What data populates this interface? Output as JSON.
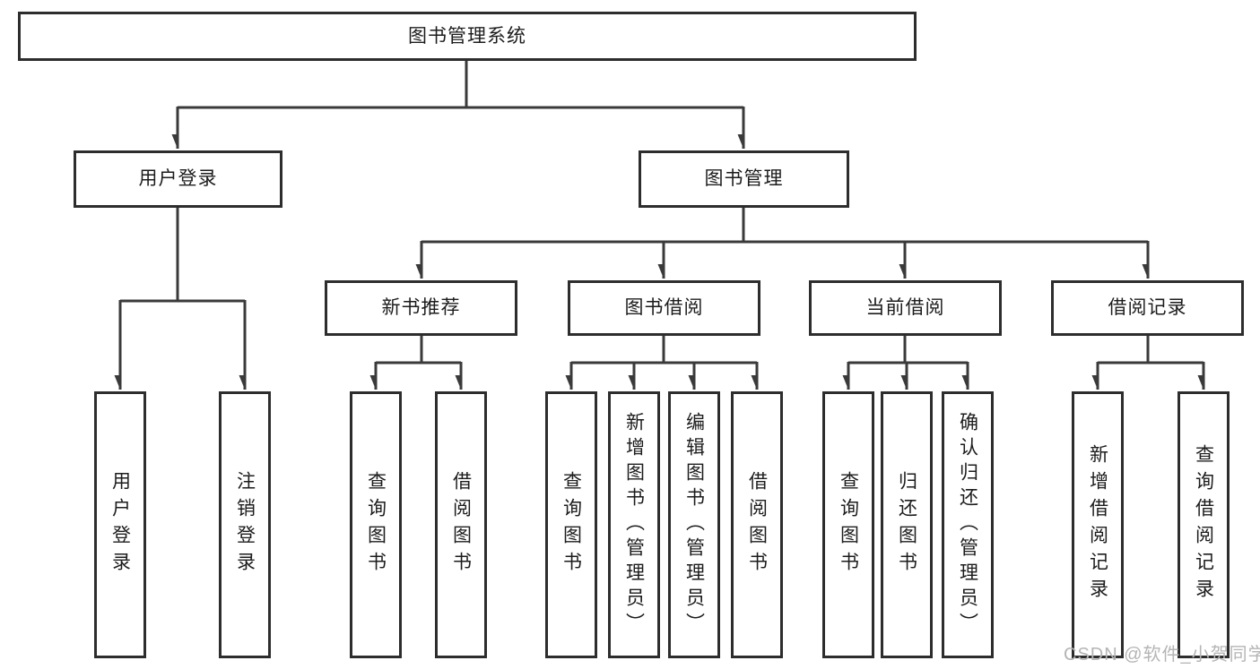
{
  "colors": {
    "line": "#3a3a3a",
    "border": "#2d2d2d",
    "text": "#1c1c1c",
    "watermark": "#b5b5b5",
    "bg": "#ffffff"
  },
  "tree": {
    "root": {
      "label": "图书管理系统",
      "children": [
        {
          "label": "用户登录",
          "children": [
            {
              "label": "用户登录"
            },
            {
              "label": "注销登录"
            }
          ]
        },
        {
          "label": "图书管理",
          "children": [
            {
              "label": "新书推荐",
              "children": [
                {
                  "label": "查询图书"
                },
                {
                  "label": "借阅图书"
                }
              ]
            },
            {
              "label": "图书借阅",
              "children": [
                {
                  "label": "查询图书"
                },
                {
                  "label": "新增图书（管理员）"
                },
                {
                  "label": "编辑图书（管理员）"
                },
                {
                  "label": "借阅图书"
                }
              ]
            },
            {
              "label": "当前借阅",
              "children": [
                {
                  "label": "查询图书"
                },
                {
                  "label": "归还图书"
                },
                {
                  "label": "确认归还（管理员）"
                }
              ]
            },
            {
              "label": "借阅记录",
              "children": [
                {
                  "label": "新增借阅记录"
                },
                {
                  "label": "查询借阅记录"
                }
              ]
            }
          ]
        }
      ]
    }
  },
  "watermark": "CSDN @软件_小贺同学"
}
